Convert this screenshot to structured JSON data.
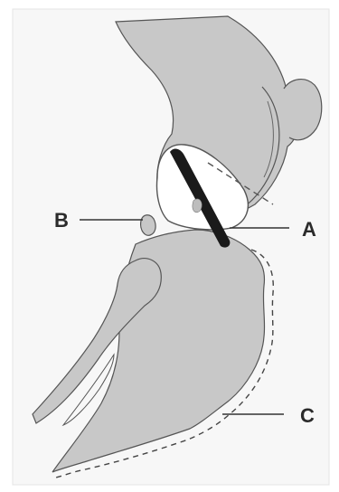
{
  "figure": {
    "background_color": "#ffffff",
    "panel_color": "#f7f7f7",
    "bone_fill_color": "#c8c8c8",
    "outline_color": "#555555",
    "ligament_color": "#1a1a1a",
    "callouts": [
      {
        "id": "a",
        "label": "A"
      },
      {
        "id": "b",
        "label": "B"
      },
      {
        "id": "c",
        "label": "C"
      }
    ]
  }
}
